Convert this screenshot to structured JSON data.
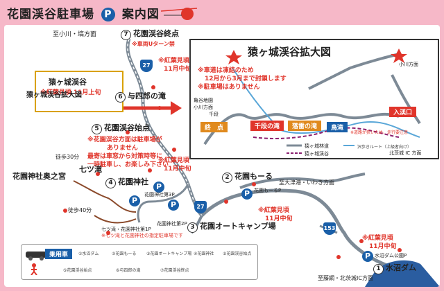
{
  "header": {
    "title_left": "花園渓谷駐車場",
    "parking_badge": "P",
    "title_right": "案内図"
  },
  "inset": {
    "title": "猿ヶ城渓谷拡大図",
    "note_lines": [
      "※車道は凍結のため",
      "12月から3月まで封鎖します",
      "※駐車場はありません"
    ],
    "label_ogawa": "小川方面",
    "label_kamegai": "亀谷地園",
    "label_ogawa2": "小川方面",
    "label_senjiki": "千段",
    "label_endpoint": "終　点",
    "label_senjiki_falls": "千段の滝",
    "label_furo_falls": "落雷の滝",
    "label_tori": "鳥滝",
    "label_entrance": "入渓口",
    "legend_road": "猿ヶ城林道",
    "legend_hike": "猿ヶ城渓谷",
    "legend_walk": "沢歩きルート（上級者向け）",
    "legend_caution": "※道路が狭いため、走行要注意",
    "label_kitaibaraki": "北茨城 IC 方面"
  },
  "points": {
    "p7_num": "7",
    "p7_name": "花園渓谷終点",
    "p7_note": "※車両Uターン禁",
    "sarugajo_name": "猿ヶ城渓谷",
    "sarugajo_note": "※紅葉見頃 11月上旬",
    "sarugajo_arrow": "猿ヶ城渓谷拡大図",
    "ogawa_label": "至小川・塙方面",
    "koyo7_1": "※紅葉見頃",
    "koyo7_2": "11月中旬",
    "p6_num": "6",
    "p6_name": "与四郎の滝",
    "p5_num": "5",
    "p5_name": "花園渓谷始点",
    "p5_note1": "※花園渓谷方面は駐車場が",
    "p5_note2": "ありません",
    "p5_note3": "最寄は車窓から対策時等に",
    "p5_note4": "一時駐車し、お楽しみ下さい",
    "nanatsu": "七ツ滝",
    "walk30": "徒歩30分",
    "okunomiya": "花園神社奥之宮",
    "walk40": "徒歩40分",
    "p4_num": "4",
    "p4_name": "花園神社",
    "koyo4_1": "※紅葉見頃",
    "koyo4_2": "11月中旬",
    "p4_lot3": "花園神社第3P",
    "p4_lot2": "花園神社第2P",
    "p4_lot1": "七ツ滝・花園神社第1P",
    "p4_note": "※七ツ滝と花園神社の指定駐車場です",
    "p3_num": "3",
    "p3_name": "花園オートキャンプ場",
    "p2_num": "2",
    "p2_name": "花園もーる",
    "p2_lot": "花園もーるP",
    "koyo2_1": "※紅葉見頃",
    "koyo2_2": "11月中旬",
    "tsudai": "至大津港・いわき方面",
    "koyo1_1": "※紅葉見頃",
    "koyo1_2": "11月中旬",
    "p1_num": "1",
    "p1_name": "水沼ダム",
    "p1_lot": "水沼ダム公園P",
    "route27a": "27",
    "route27b": "27",
    "route153": "153",
    "kitaibaraki": "至藤網・北茨城IC方面"
  },
  "legend": {
    "car_label": "乗用車",
    "row1": [
      "①水沼ダム",
      "②花園もーる",
      "③花園オートキャンプ場",
      "④花園神社",
      "⑤花園渓谷始点"
    ],
    "row2": [
      "⑤花園渓谷始点",
      "⑥与四郎の滝",
      "⑦花園渓谷終点"
    ]
  },
  "colors": {
    "accent_red": "#e0352b",
    "parking_blue": "#1a5fa8",
    "background_pink": "#f6b8c8",
    "road_gray": "#7d8a96"
  }
}
